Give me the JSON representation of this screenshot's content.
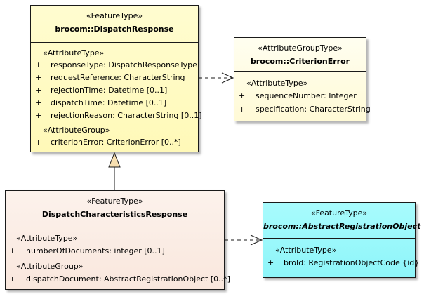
{
  "classes": {
    "dispatch_response": {
      "stereotype": "«FeatureType»",
      "name": "brocom::DispatchResponse",
      "group1_stereotype": "«AttributeType»",
      "attributes": [
        {
          "vis": "+",
          "text": "responseType: DispatchResponseType"
        },
        {
          "vis": "+",
          "text": "requestReference: CharacterString"
        },
        {
          "vis": "+",
          "text": "rejectionTime: Datetime [0..1]"
        },
        {
          "vis": "+",
          "text": "dispatchTime: Datetime [0..1]"
        },
        {
          "vis": "+",
          "text": "rejectionReason: CharacterString [0..1]"
        }
      ],
      "group2_stereotype": "«AttributeGroup»",
      "groups": [
        {
          "vis": "+",
          "text": "criterionError: CriterionError [0..*]"
        }
      ]
    },
    "criterion_error": {
      "stereotype": "«AttributeGroupType»",
      "name": "brocom::CriterionError",
      "group1_stereotype": "«AttributeType»",
      "attributes": [
        {
          "vis": "+",
          "text": "sequenceNumber: Integer"
        },
        {
          "vis": "+",
          "text": "specification: CharacterString"
        }
      ]
    },
    "dispatch_characteristics_response": {
      "stereotype": "«FeatureType»",
      "name": "DispatchCharacteristicsResponse",
      "group1_stereotype": "«AttributeType»",
      "attributes": [
        {
          "vis": "+",
          "text": "numberOfDocuments: integer [0..1]"
        }
      ],
      "group2_stereotype": "«AttributeGroup»",
      "groups": [
        {
          "vis": "+",
          "text": "dispatchDocument: AbstractRegistrationObject [0..*]"
        }
      ]
    },
    "abstract_registration_object": {
      "stereotype": "«FeatureType»",
      "name": "brocom::AbstractRegistrationObject",
      "group1_stereotype": "«AttributeType»",
      "attributes": [
        {
          "vis": "+",
          "text": "broId: RegistrationObjectCode {id}"
        }
      ]
    }
  },
  "colors": {
    "feature_type": "#fff9b8",
    "attribute_group_type": "#fffad6",
    "subclass": "#f9e7dd",
    "abstract": "#8ef5f9",
    "generalization_arrow": "#f7dfb0"
  }
}
